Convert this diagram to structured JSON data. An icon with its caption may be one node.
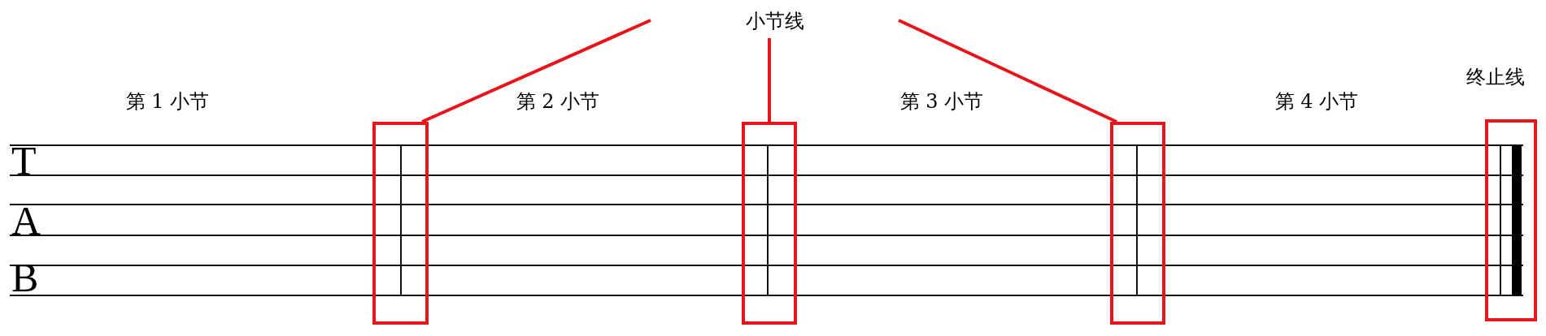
{
  "diagram": {
    "nodes": [
      {
        "text": [
          "小节线"
        ]
      },
      {
        "text": [],
        "shape": "box"
      },
      {
        "text": [],
        "shape": "box"
      },
      {
        "text": [],
        "shape": "box"
      },
      {
        "text": [],
        "shape": "box"
      }
    ],
    "edges": [
      {
        "from": 0,
        "to": 1,
        "arrow": "none"
      },
      {
        "from": 0,
        "to": 2,
        "arrow": "none"
      },
      {
        "from": 0,
        "to": 3,
        "arrow": "none"
      }
    ],
    "labels": [
      "终止线",
      "第 1 小节",
      "第 2 小节",
      "第 3 小节",
      "第 4 小节",
      "T",
      "A",
      "B"
    ]
  }
}
